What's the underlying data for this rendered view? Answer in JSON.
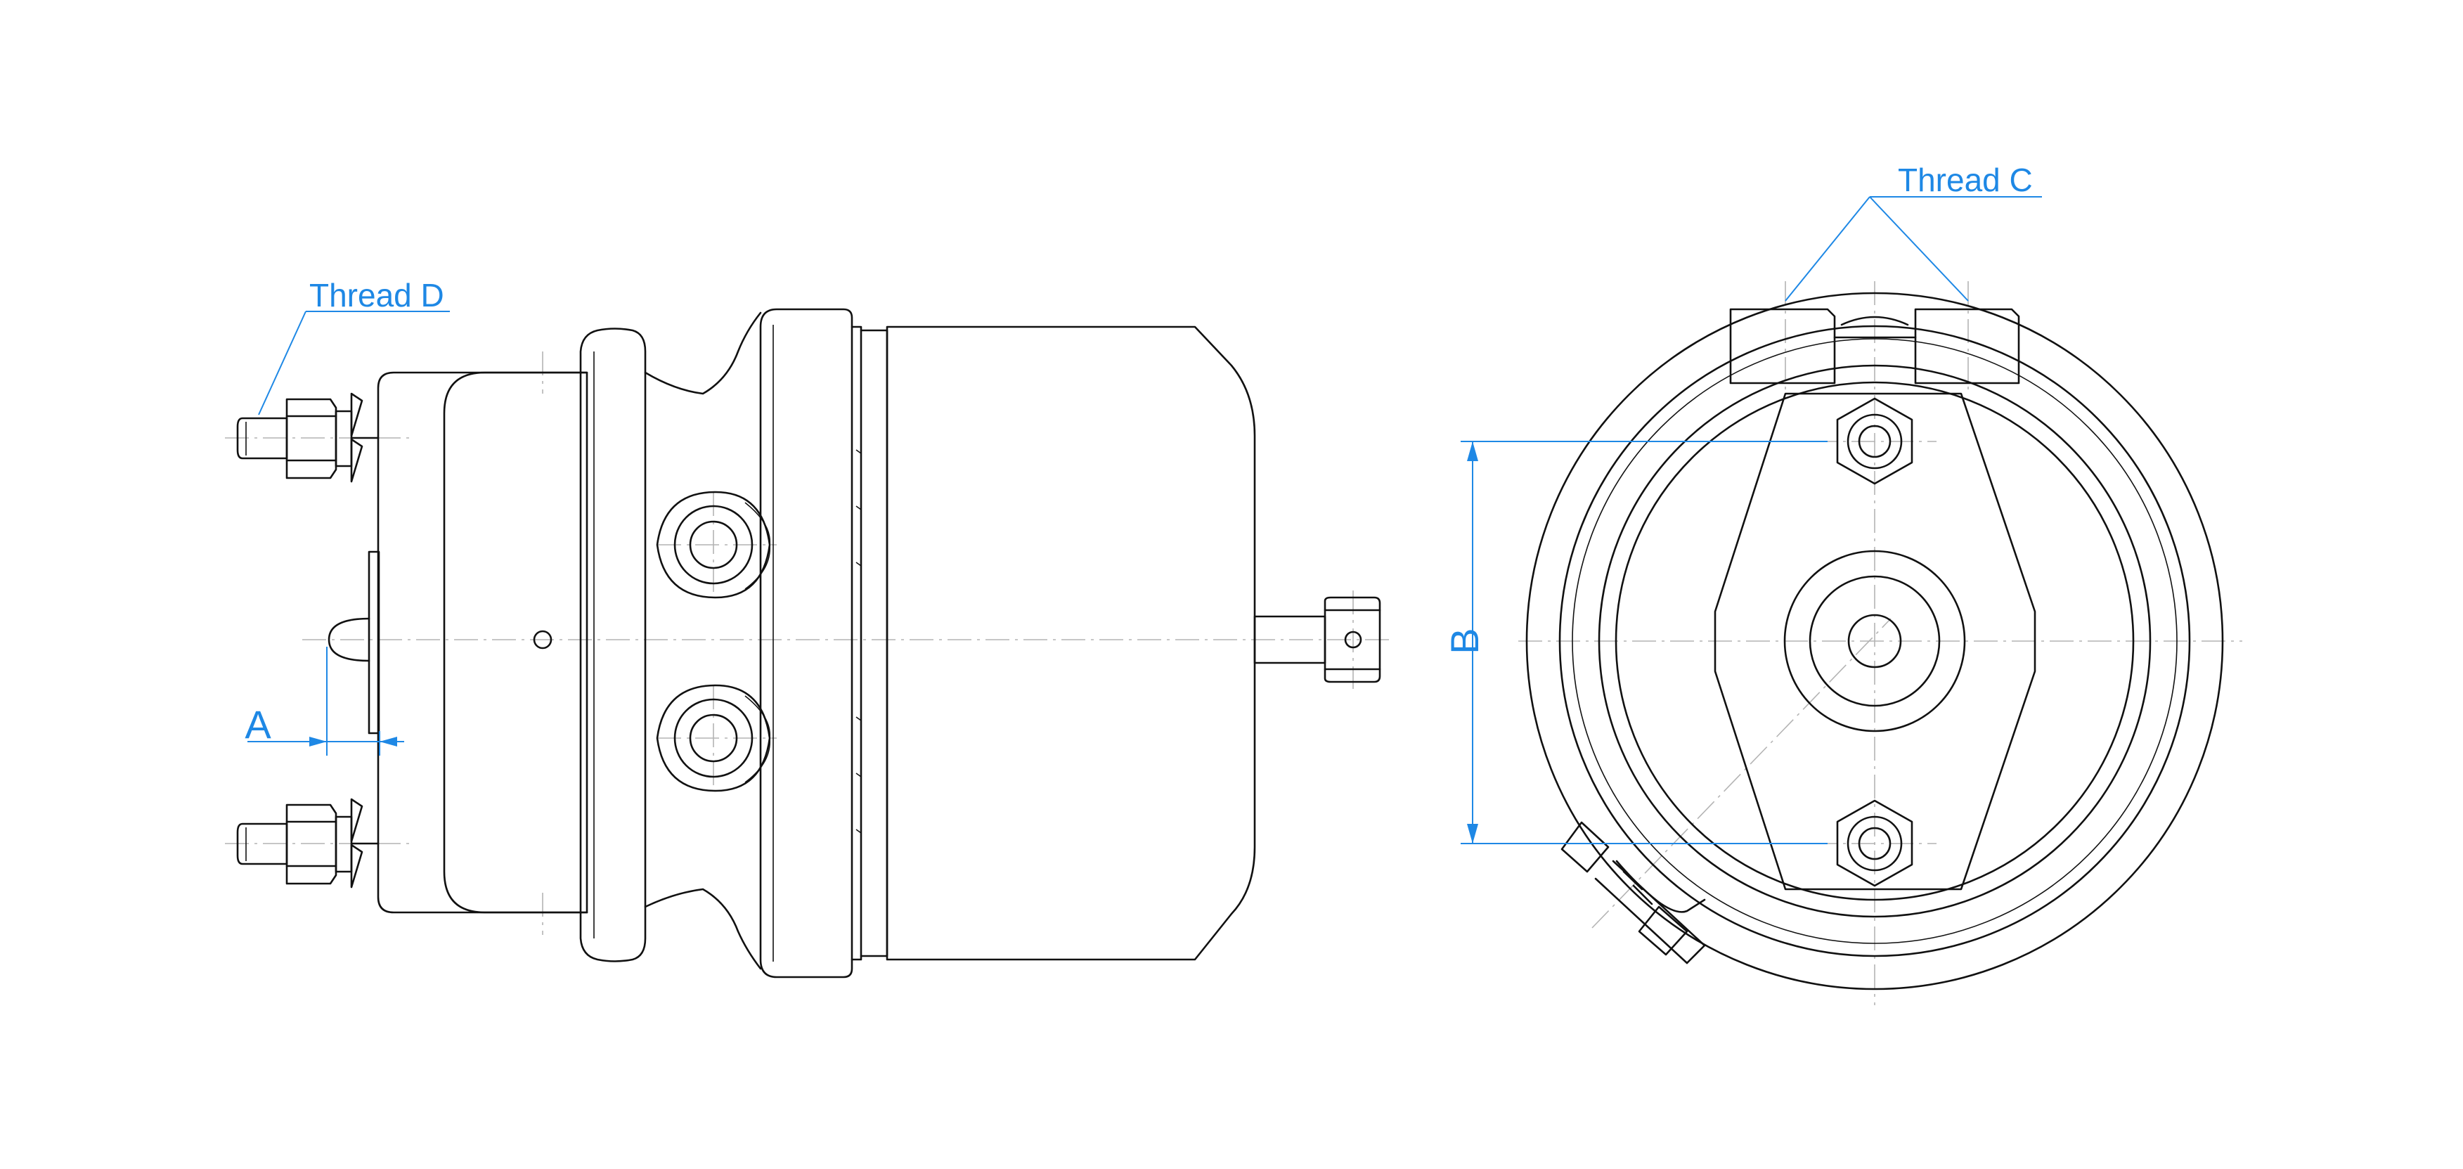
{
  "labels": {
    "thread_d": "Thread D",
    "thread_c": "Thread C",
    "dim_a": "A",
    "dim_b": "B"
  },
  "colors": {
    "outline": "#111111",
    "centerline": "#b4b4b4",
    "dimension": "#1e88e5",
    "background": "#ffffff"
  }
}
